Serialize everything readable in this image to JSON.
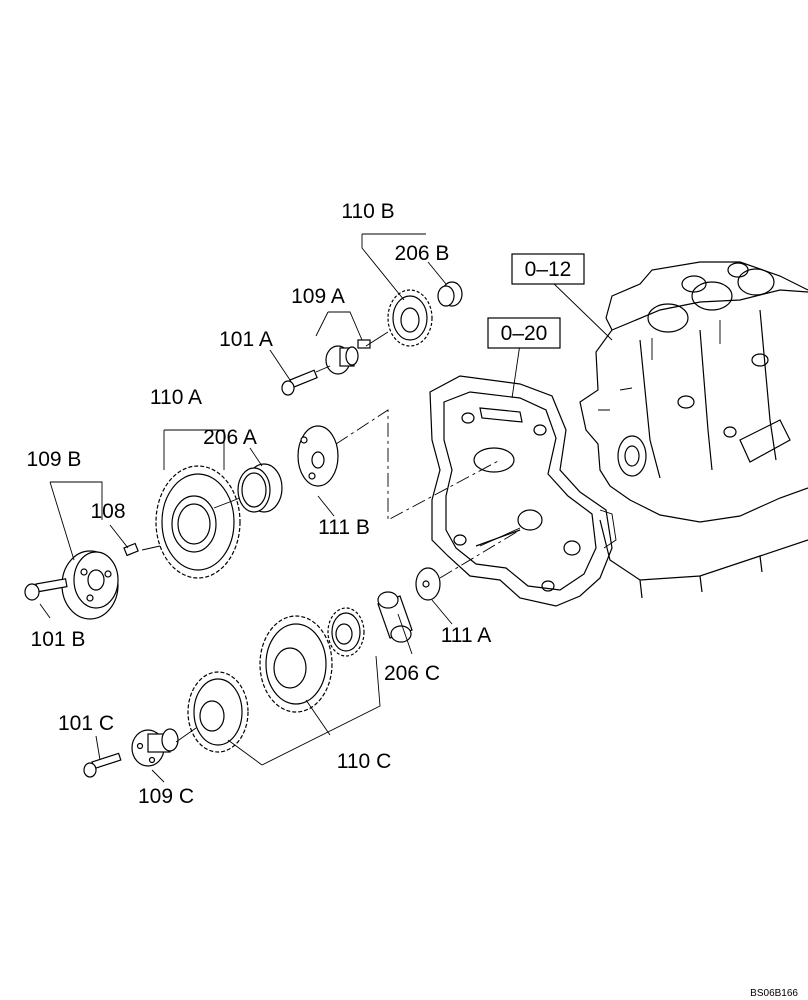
{
  "callouts": {
    "p110B": "110 B",
    "p206B": "206 B",
    "p109A": "109 A",
    "p101A": "101 A",
    "p110A": "110 A",
    "p206A": "206 A",
    "p109B": "109 B",
    "p108": "108",
    "p111B": "111 B",
    "p101B": "101 B",
    "p111A": "111 A",
    "p206C": "206 C",
    "p101C": "101 C",
    "p110C": "110 C",
    "p109C": "109 C"
  },
  "references": {
    "r012": "0–12",
    "r020": "0–20"
  },
  "figure_code": "BS06B166",
  "line_color": "#000000",
  "background": "#ffffff"
}
